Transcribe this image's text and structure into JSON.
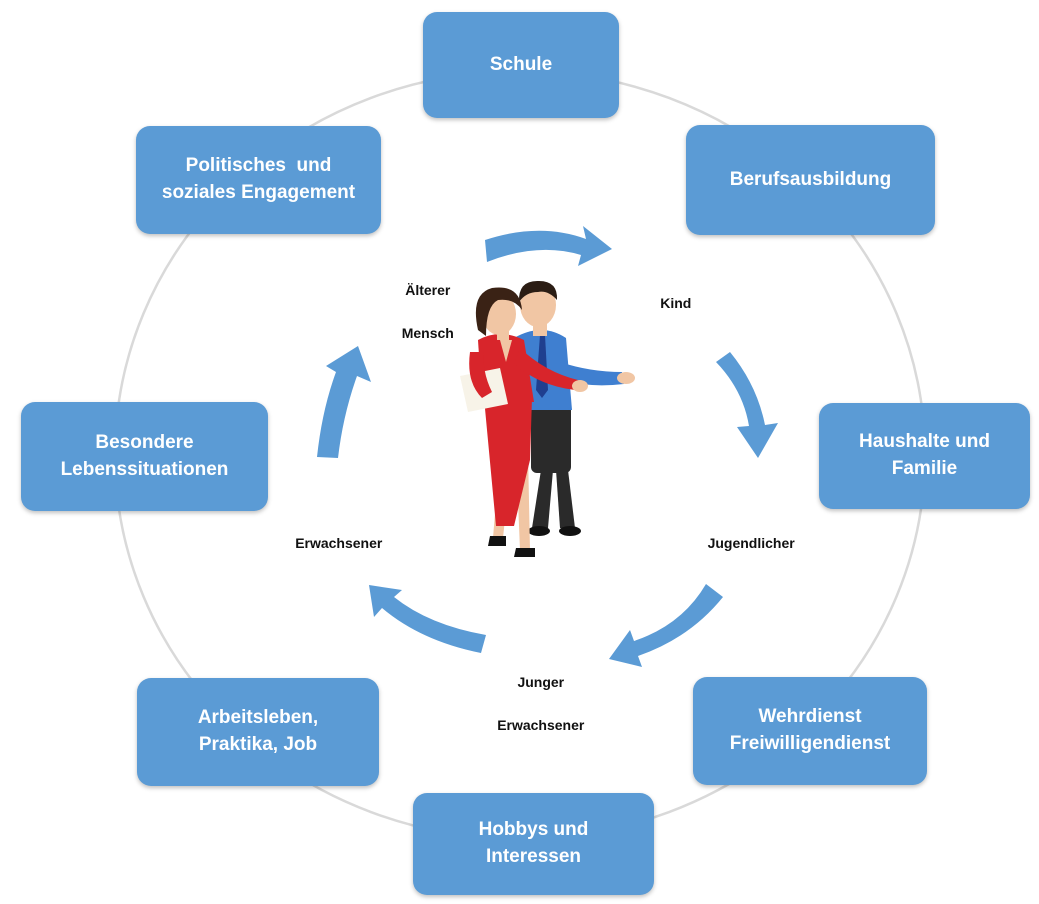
{
  "colors": {
    "box_fill": "#5b9bd5",
    "arrow_fill": "#5b9bd5",
    "ring": "#d9d9d9"
  },
  "life_areas": {
    "schule": [
      "Schule"
    ],
    "berufsausbildung": [
      "Berufsausbildung"
    ],
    "haushalte": [
      "Haushalte und",
      "Familie"
    ],
    "wehrdienst": [
      "Wehrdienst",
      "Freiwilligendienst"
    ],
    "hobbys": [
      "Hobbys und",
      "Interessen"
    ],
    "arbeitsleben": [
      "Arbeitsleben,",
      "Praktika, Job"
    ],
    "besondere": [
      "Besondere",
      "Lebenssituationen"
    ],
    "politisches": [
      "Politisches  und",
      "soziales Engagement"
    ]
  },
  "life_stages": {
    "kind": [
      "Kind"
    ],
    "jugendlicher": [
      "Jugendlicher"
    ],
    "junger_erwachsener": [
      "Junger",
      "Erwachsener"
    ],
    "erwachsener": [
      "Erwachsener"
    ],
    "aelterer_mensch": [
      "Älterer",
      "Mensch"
    ]
  },
  "center_image": {
    "icon": "business-couple-illustration"
  }
}
